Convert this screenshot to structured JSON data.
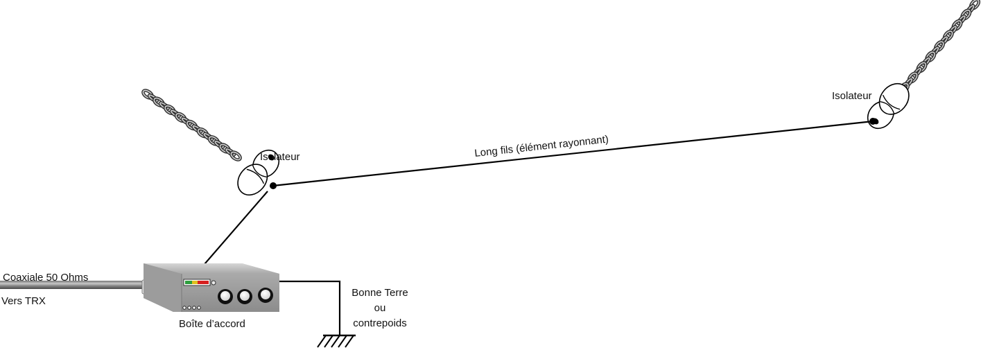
{
  "labels": {
    "insulator_left": "Isolateur",
    "insulator_right": "Isolateur",
    "long_wire": "Long fils (élément rayonnant)",
    "coax": "Coaxiale 50 Ohms",
    "to_trx": "Vers TRX",
    "tuner": "Boîte d’accord",
    "ground_line1": "Bonne Terre",
    "ground_line2": "ou",
    "ground_line3": "contrepoids"
  },
  "colors": {
    "wire": "#000000",
    "tuner_body": "#9a9a9a",
    "tuner_top": "#bdbdbd",
    "meter_green": "#2e9e3e",
    "meter_yellow": "#e0c020",
    "meter_red": "#d62020",
    "chain": "#333333"
  },
  "icons": {
    "chain_left": "chain-icon",
    "chain_right": "chain-icon",
    "insulator": "egg-insulator-icon",
    "tuner": "antenna-tuner-box-icon",
    "ground": "ground-symbol-icon",
    "coax_connector": "coax-connector-icon"
  }
}
